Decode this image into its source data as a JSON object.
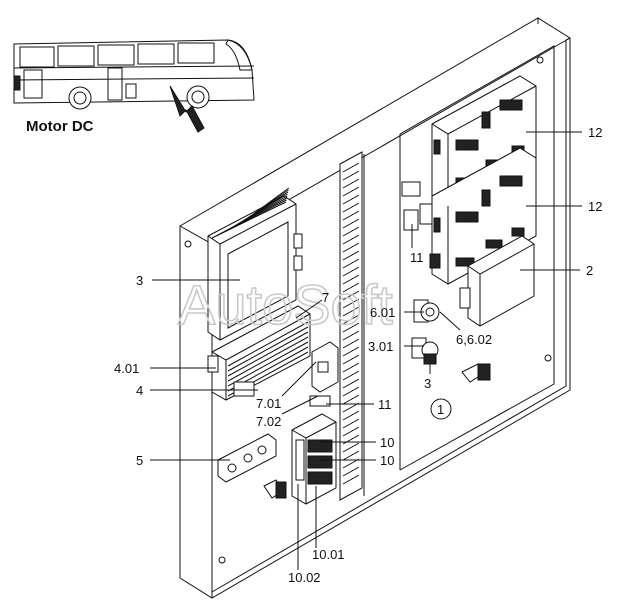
{
  "title": "Motor DC",
  "watermark": "AutoSoft",
  "circle_label": "1",
  "callouts": {
    "c12a": "12",
    "c12b": "12",
    "c2": "2",
    "c11a": "11",
    "c3a": "3",
    "c7": "7",
    "c601": "6.01",
    "c6602": "6,6.02",
    "c301": "3.01",
    "c3b": "3",
    "c401": "4.01",
    "c4": "4",
    "c701": "7.01",
    "c702": "7.02",
    "c11b": "11",
    "c10a": "10",
    "c10b": "10",
    "c5": "5",
    "c1001": "10.01",
    "c1002": "10.02"
  }
}
